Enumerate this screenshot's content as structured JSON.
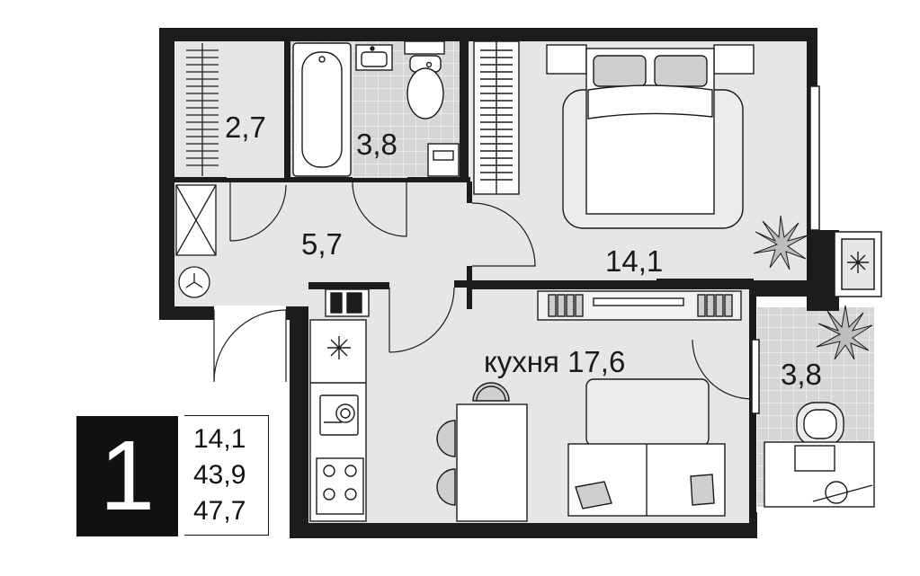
{
  "rooms": {
    "wardrobe": {
      "area": "2,7"
    },
    "bathroom": {
      "area": "3,8"
    },
    "hallway": {
      "area": "5,7"
    },
    "bedroom": {
      "area": "14,1"
    },
    "kitchen": {
      "area": "кухня 17,6"
    },
    "balcony": {
      "area": "3,8"
    }
  },
  "summary": {
    "room_count": "1",
    "living_area": "14,1",
    "total_area": "43,9",
    "area_with_balcony": "47,7"
  },
  "colors": {
    "wall": "#1c1c1c",
    "floor": "#e6e6e6",
    "tile": "#d4d4d4",
    "furniture": "#ffffff",
    "accent": "#cfcfcf"
  }
}
